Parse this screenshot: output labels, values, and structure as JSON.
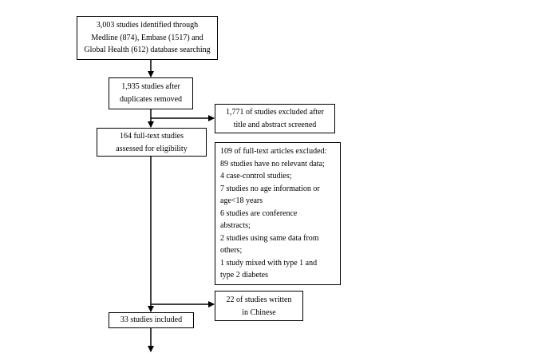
{
  "flowchart": {
    "identified": {
      "lines": [
        "3,003 studies identified through",
        "Medline (874), Embase (1517) and",
        "Global Health (612) database searching"
      ]
    },
    "after_duplicates": {
      "lines": [
        "1,935 studies after",
        "duplicates removed"
      ]
    },
    "excluded_screening": {
      "lines": [
        "1,771 of studies excluded after",
        "title and abstract screened"
      ]
    },
    "fulltext_assessed": {
      "lines": [
        "164 full-text studies",
        "assessed for eligibility"
      ]
    },
    "fulltext_excluded": {
      "lines": [
        "109 of full-text articles excluded:",
        "89 studies have no relevant data;",
        "4 case-control studies;",
        "7 studies no age information or",
        "age<18 years",
        "6 studies are conference",
        "abstracts;",
        "2 studies using same data from",
        "others;",
        "1 study mixed with type 1 and",
        "type 2 diabetes"
      ]
    },
    "chinese_excluded": {
      "lines": [
        "22 of studies written",
        "in Chinese"
      ]
    },
    "included": {
      "lines": [
        "33 studies included"
      ]
    }
  }
}
